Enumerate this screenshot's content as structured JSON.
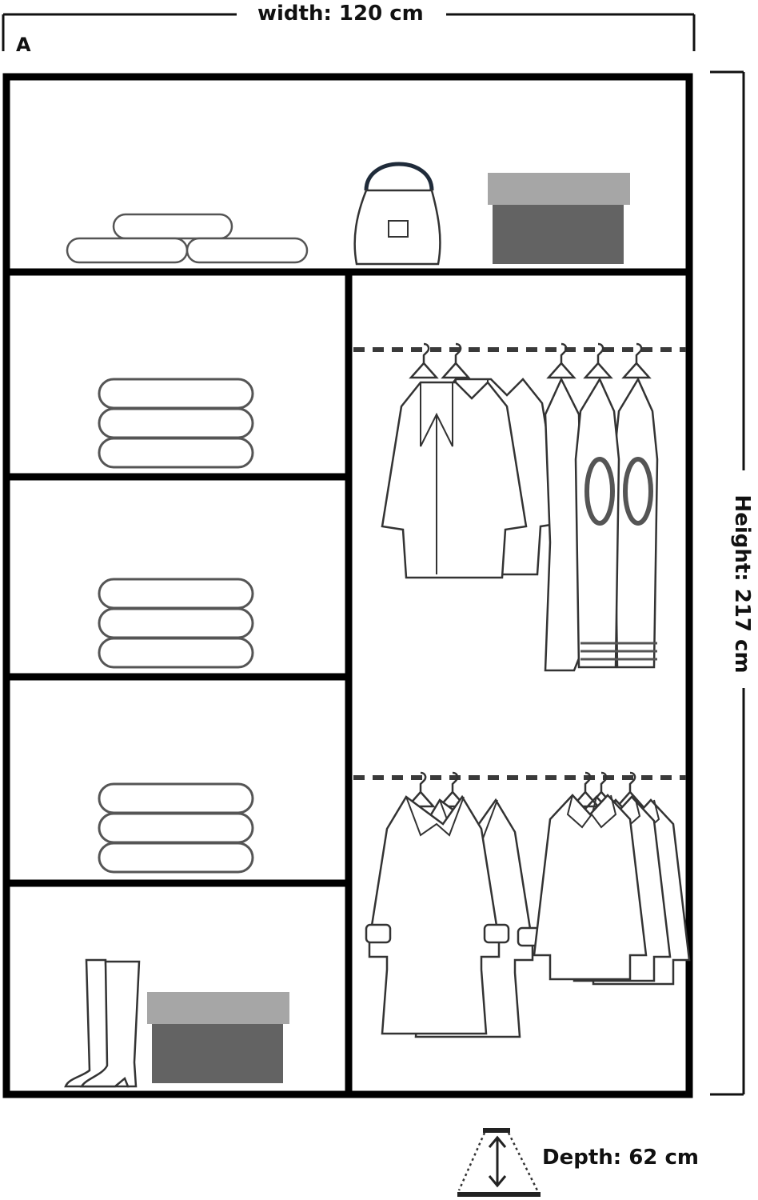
{
  "dimensions": {
    "width_label": "width: 120 cm",
    "height_label": "Height: 217 cm",
    "depth_label": "Depth: 62 cm"
  },
  "corner_label": "A",
  "colors": {
    "frame": "#000000",
    "outline": "#555555",
    "box_lid": "#a6a6a6",
    "box_body": "#636363",
    "rail": "#3a3a3a"
  },
  "icons": [
    "folded-clothes-icon",
    "handbag-icon",
    "storage-box-icon",
    "hanging-jacket-icon",
    "hanging-knit-dress-icon",
    "hanging-fur-coat-icon",
    "hanging-shirt-icon",
    "boots-icon",
    "depth-icon"
  ]
}
